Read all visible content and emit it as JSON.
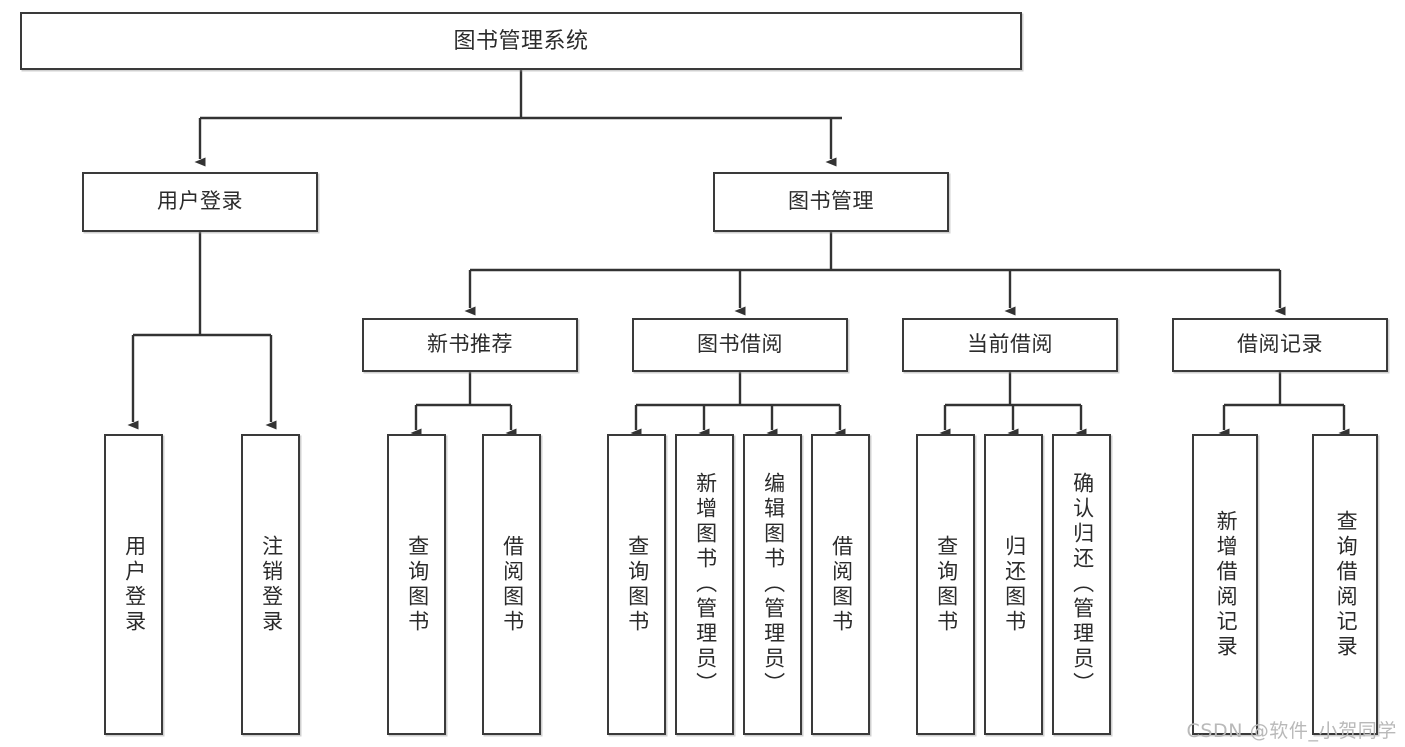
{
  "diagram": {
    "type": "tree",
    "title": "图书管理系统",
    "root": {
      "label": "图书管理系统"
    },
    "level1": [
      {
        "label": "用户登录"
      },
      {
        "label": "图书管理"
      }
    ],
    "level2": [
      {
        "label": "新书推荐"
      },
      {
        "label": "图书借阅"
      },
      {
        "label": "当前借阅"
      },
      {
        "label": "借阅记录"
      }
    ],
    "leaves": {
      "user_login": [
        {
          "label": "用户登录"
        },
        {
          "label": "注销登录"
        }
      ],
      "new_book_recommend": [
        {
          "label": "查询图书"
        },
        {
          "label": "借阅图书"
        }
      ],
      "book_borrow": [
        {
          "label": "查询图书"
        },
        {
          "label": "新增图书（管理员）"
        },
        {
          "label": "编辑图书（管理员）"
        },
        {
          "label": "借阅图书"
        }
      ],
      "current_borrow": [
        {
          "label": "查询图书"
        },
        {
          "label": "归还图书"
        },
        {
          "label": "确认归还（管理员）"
        }
      ],
      "borrow_record": [
        {
          "label": "新增借阅记录"
        },
        {
          "label": "查询借阅记录"
        }
      ]
    }
  },
  "watermark": {
    "text": "CSDN @软件_小贺同学"
  },
  "colors": {
    "border": "#3a3a3a",
    "background": "#ffffff",
    "text": "#2b2b2b",
    "connector": "#333333",
    "watermark": "#b9b9b9"
  }
}
